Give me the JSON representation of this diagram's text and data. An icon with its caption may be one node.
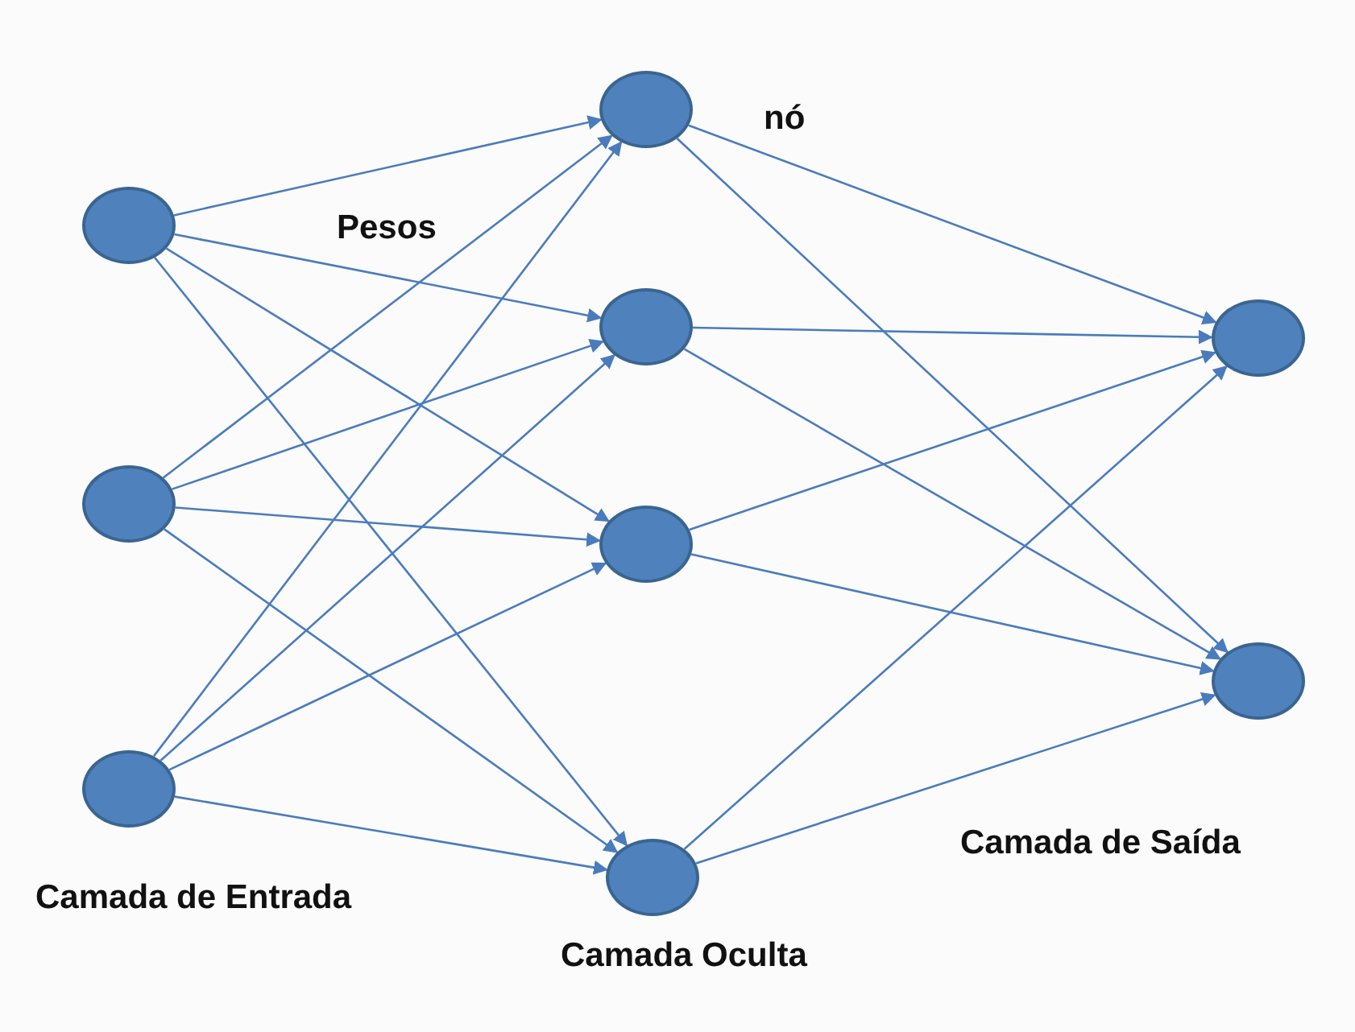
{
  "diagram": {
    "nodes": [
      {
        "text": [],
        "shape": "circle"
      },
      {
        "text": [],
        "shape": "circle"
      },
      {
        "text": [],
        "shape": "circle"
      },
      {
        "text": [],
        "shape": "circle"
      },
      {
        "text": [],
        "shape": "circle"
      },
      {
        "text": [],
        "shape": "circle"
      },
      {
        "text": [],
        "shape": "circle"
      },
      {
        "text": [],
        "shape": "circle"
      },
      {
        "text": [],
        "shape": "circle"
      }
    ],
    "edges": [
      {
        "from": 0,
        "to": 3,
        "arrow": "to"
      },
      {
        "from": 0,
        "to": 4,
        "arrow": "to"
      },
      {
        "from": 0,
        "to": 5,
        "arrow": "to"
      },
      {
        "from": 0,
        "to": 6,
        "arrow": "to"
      },
      {
        "from": 1,
        "to": 3,
        "arrow": "to"
      },
      {
        "from": 1,
        "to": 4,
        "arrow": "to"
      },
      {
        "from": 1,
        "to": 5,
        "arrow": "to"
      },
      {
        "from": 1,
        "to": 6,
        "arrow": "to"
      },
      {
        "from": 2,
        "to": 3,
        "arrow": "to"
      },
      {
        "from": 2,
        "to": 4,
        "arrow": "to"
      },
      {
        "from": 2,
        "to": 5,
        "arrow": "to"
      },
      {
        "from": 2,
        "to": 6,
        "arrow": "to"
      },
      {
        "from": 3,
        "to": 7,
        "arrow": "to"
      },
      {
        "from": 3,
        "to": 8,
        "arrow": "to"
      },
      {
        "from": 4,
        "to": 7,
        "arrow": "to"
      },
      {
        "from": 4,
        "to": 8,
        "arrow": "to"
      },
      {
        "from": 5,
        "to": 7,
        "arrow": "to"
      },
      {
        "from": 5,
        "to": 8,
        "arrow": "to"
      },
      {
        "from": 6,
        "to": 7,
        "arrow": "to"
      },
      {
        "from": 6,
        "to": 8,
        "arrow": "to"
      }
    ],
    "labels": [
      "nó",
      "Pesos",
      "Camada de Saída",
      "Camada de Entrada",
      "Camada Oculta"
    ]
  }
}
